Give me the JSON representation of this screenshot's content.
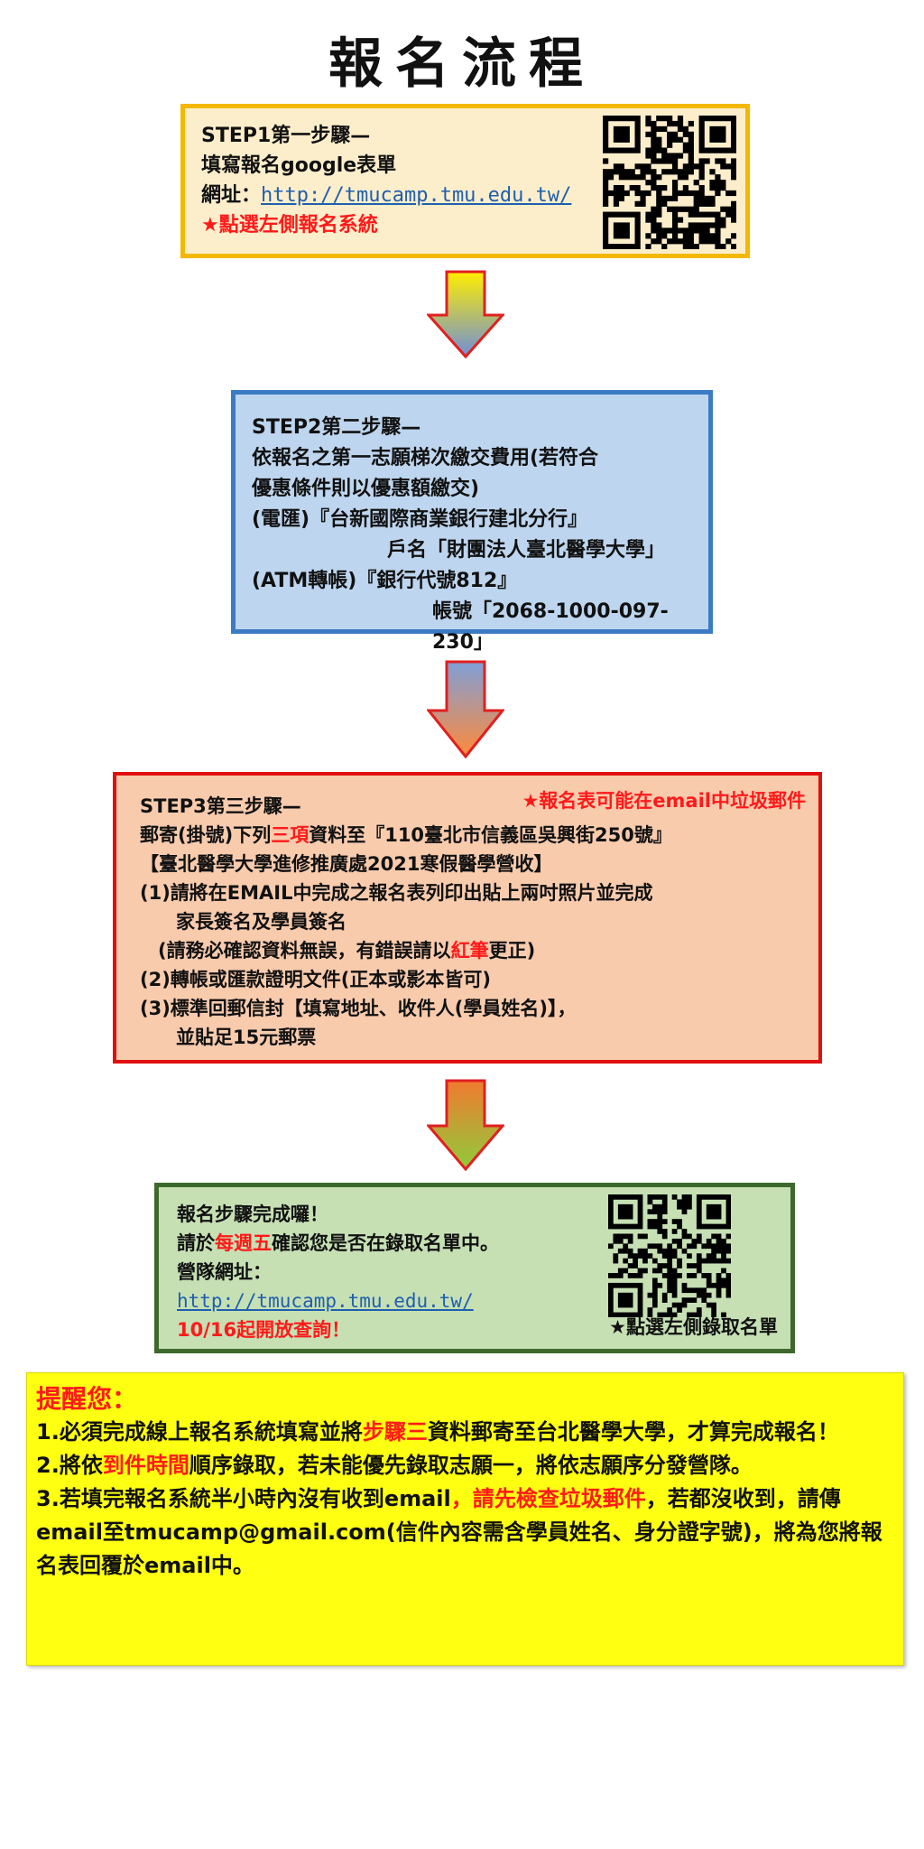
{
  "title": "報名流程",
  "step1": {
    "heading": "STEP1第一步驟—",
    "line1": "填寫報名google表單",
    "url_label": "網址：",
    "url": "http://tmucamp.tmu.edu.tw/",
    "note": "★點選左側報名系統"
  },
  "step2": {
    "heading": "STEP2第二步驟—",
    "line1": "依報名之第一志願梯次繳交費用(若符合",
    "line2": "優惠條件則以優惠額繳交)",
    "line3": "(電匯)『台新國際商業銀行建北分行』",
    "line4": "戶名「財團法人臺北醫學大學」",
    "line5": "(ATM轉帳)『銀行代號812』",
    "line6": "帳號「2068-1000-097-230」"
  },
  "step3": {
    "heading": "STEP3第三步驟—",
    "warning": "★報名表可能在email中垃圾郵件",
    "line1a": "郵寄(掛號)下列",
    "line1b": "三項",
    "line1c": "資料至『110臺北市信義區吳興街250號』",
    "line2": "【臺北醫學大學進修推廣處2021寒假醫學營收】",
    "line3": "(1)請將在EMAIL中完成之報名表列印出貼上兩吋照片並完成",
    "line4": "家長簽名及學員簽名",
    "line5a": "(請務必確認資料無誤，有錯誤請以",
    "line5b": "紅筆",
    "line5c": "更正)",
    "line6": "(2)轉帳或匯款證明文件(正本或影本皆可)",
    "line7": "(3)標準回郵信封【填寫地址、收件人(學員姓名)】，",
    "line8": "並貼足15元郵票"
  },
  "done": {
    "heading": "報名步驟完成囉！",
    "line1a": "請於",
    "line1b": "每週五",
    "line1c": "確認您是否在錄取名單中。",
    "url_label": "營隊網址：",
    "url": "http://tmucamp.tmu.edu.tw/",
    "open": "10/16起開放查詢！",
    "note": "★點選左側錄取名單"
  },
  "reminder": {
    "heading": "提醒您：",
    "p1a": "1.必須完成線上報名系統填寫並將",
    "p1b": "步驟三",
    "p1c": "資料郵寄至台北醫學大學，才算完成報名！",
    "p2a": "2.將依",
    "p2b": "到件時間",
    "p2c": "順序錄取，若未能優先錄取志願一，將依志願序分發營隊。",
    "p3a": "3.若填完報名系統半小時內沒有收到email",
    "p3b": "，請先檢查垃圾郵件",
    "p3c": "，若都沒收到，請傳email至tmucamp@gmail.com(信件內容需含學員姓名、身分證字號)，將為您將報名表回覆於email中。"
  },
  "colors": {
    "step1_border": "#f4b800",
    "step2_border": "#3b7bc4",
    "step3_border": "#e01010",
    "done_border": "#3d6a2c",
    "highlight": "#ff1a1a",
    "reminder_bg": "#ffff11"
  }
}
